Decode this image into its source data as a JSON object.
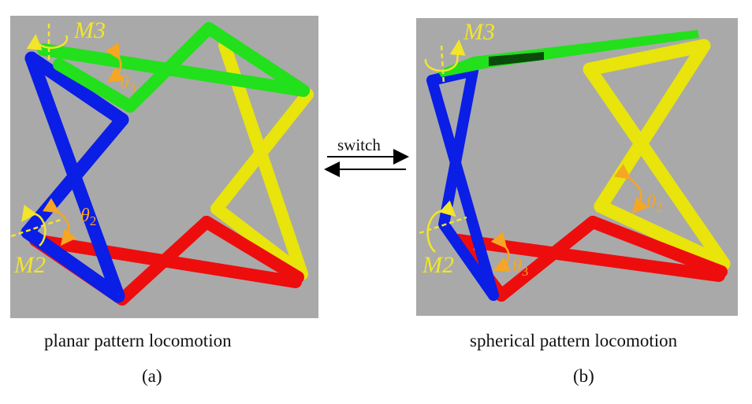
{
  "figure": {
    "switch_label": "switch",
    "panel_a": {
      "caption": "planar pattern locomotion",
      "tag": "(a)",
      "motor_top": "M3",
      "motor_bottom": "M2",
      "angle_top": {
        "symbol": "θ",
        "sub": "3"
      },
      "angle_bottom": {
        "symbol": "θ",
        "sub": "2"
      }
    },
    "panel_b": {
      "caption": "spherical pattern locomotion",
      "tag": "(b)",
      "motor_top": "M3",
      "motor_bottom": "M2",
      "angle_right": {
        "symbol": "θ",
        "sub": "2"
      },
      "angle_bottom": {
        "symbol": "θ",
        "sub": "3"
      }
    },
    "colors": {
      "background": "#a9a9a9",
      "blue": "#0a1ee6",
      "green": "#22e01c",
      "yellow": "#e8e40c",
      "red": "#ee0d0d",
      "label": "#f2e52a",
      "angle": "#f5a623"
    }
  }
}
